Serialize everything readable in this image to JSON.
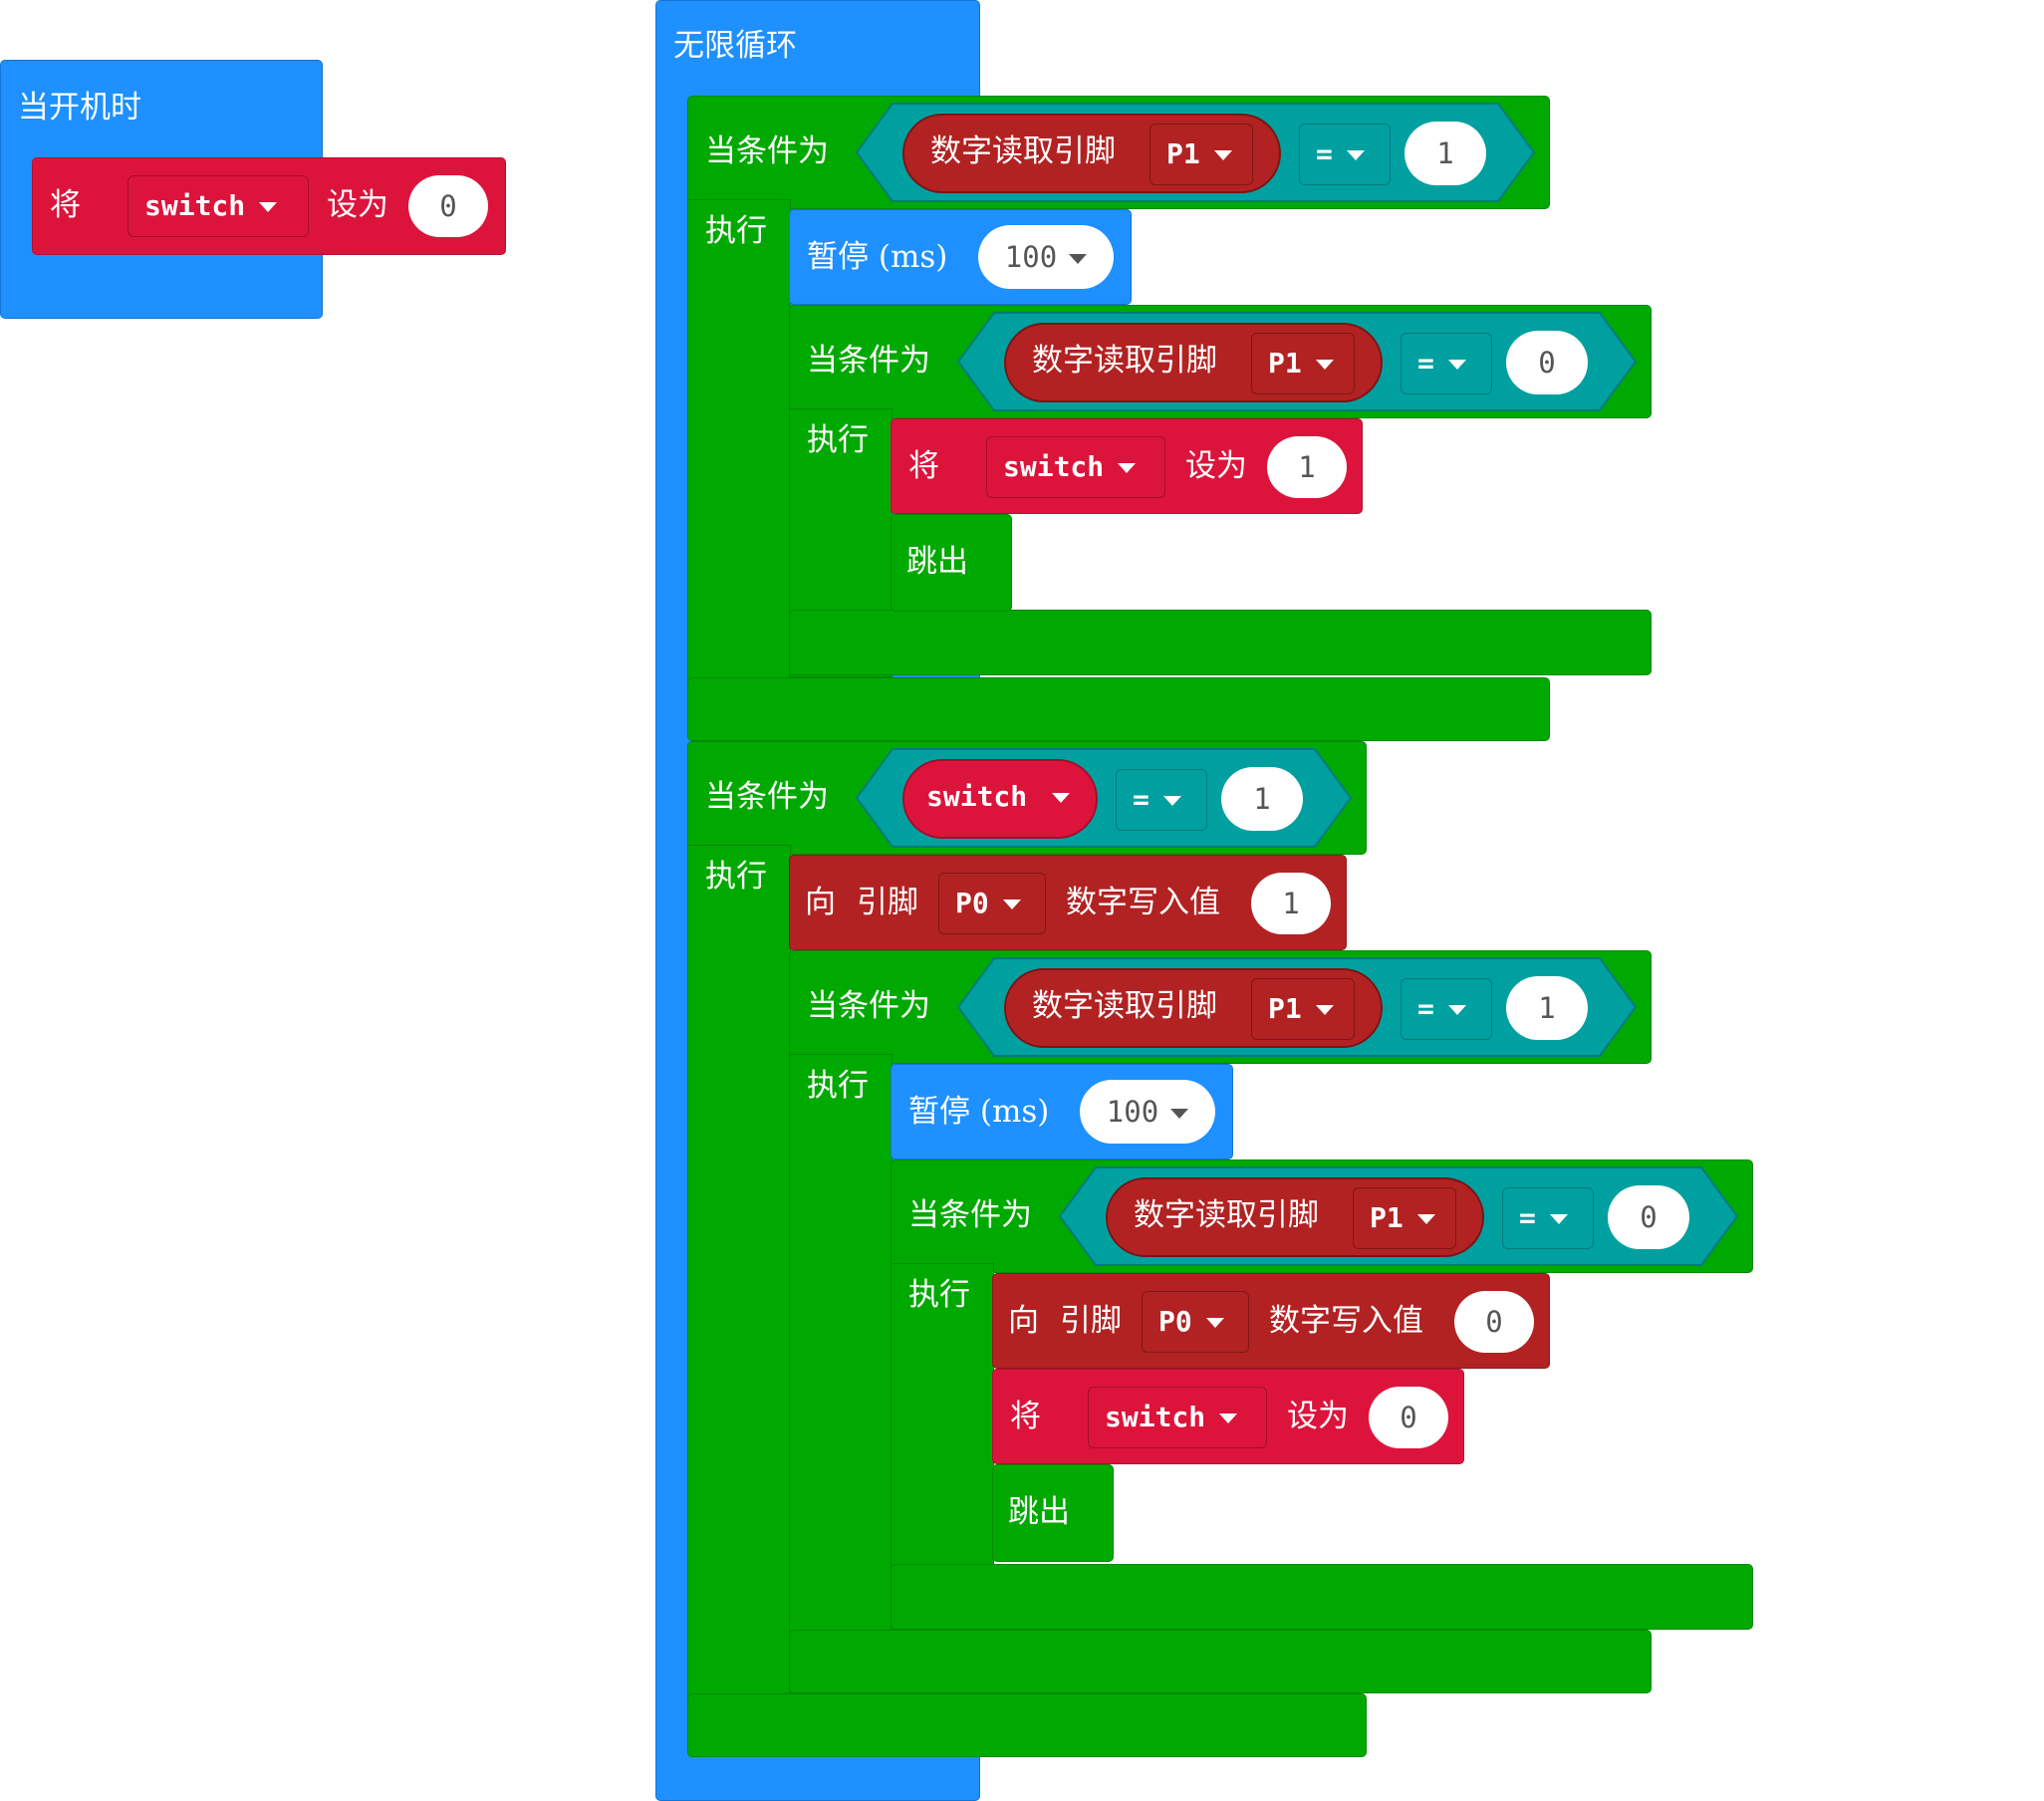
{
  "on_start": {
    "label": "当开机时",
    "set_block": {
      "prefix": "将",
      "variable": "switch",
      "suffix": "设为",
      "value": "0"
    }
  },
  "forever": {
    "label": "无限循环",
    "while1": {
      "label": "当条件为",
      "do_label": "执行",
      "read_label": "数字读取引脚",
      "read_pin": "P1",
      "op": "=",
      "compare": "1",
      "pause": {
        "label": "暂停 (ms)",
        "value": "100"
      },
      "while2": {
        "label": "当条件为",
        "do_label": "执行",
        "read_label": "数字读取引脚",
        "read_pin": "P1",
        "op": "=",
        "compare": "0",
        "set_block": {
          "prefix": "将",
          "variable": "switch",
          "suffix": "设为",
          "value": "1"
        },
        "break_label": "跳出"
      }
    },
    "while3": {
      "label": "当条件为",
      "do_label": "执行",
      "variable": "switch",
      "op": "=",
      "compare": "1",
      "write_block": {
        "prefix": "向",
        "pin_label": "引脚",
        "pin": "P0",
        "suffix": "数字写入值",
        "value": "1"
      },
      "while4": {
        "label": "当条件为",
        "do_label": "执行",
        "read_label": "数字读取引脚",
        "read_pin": "P1",
        "op": "=",
        "compare": "1",
        "pause": {
          "label": "暂停 (ms)",
          "value": "100"
        },
        "while5": {
          "label": "当条件为",
          "do_label": "执行",
          "read_label": "数字读取引脚",
          "read_pin": "P1",
          "op": "=",
          "compare": "0",
          "write_block": {
            "prefix": "向",
            "pin_label": "引脚",
            "pin": "P0",
            "suffix": "数字写入值",
            "value": "0"
          },
          "set_block": {
            "prefix": "将",
            "variable": "switch",
            "suffix": "设为",
            "value": "0"
          },
          "break_label": "跳出"
        }
      }
    }
  },
  "colors": {
    "events_blue": "#1e90ff",
    "logic_green": "#00a900",
    "variables_red": "#dc143c",
    "pins_red": "#b22222",
    "compare_teal": "#00a0a0"
  }
}
